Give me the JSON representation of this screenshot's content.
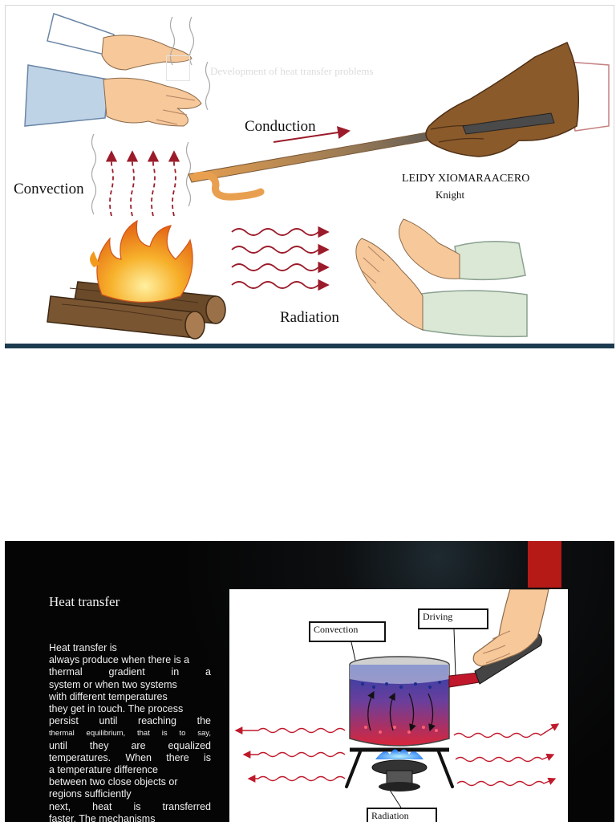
{
  "slide1": {
    "faint_title": "Development of heat transfer problems",
    "labels": {
      "conduction": "Conduction",
      "convection": "Convection",
      "radiation": "Radiation"
    },
    "author": "LEIDY XIOMARAACERO",
    "role": "Knight",
    "colors": {
      "accent_bar": "#1d3b4f",
      "heat_arrow": "#9b1b2a",
      "flame": "#f39a1c",
      "glove": "#8a5a2b"
    }
  },
  "slide2": {
    "title": "Heat transfer",
    "body_lines": [
      {
        "text": "Heat  transfer  is",
        "style": "left"
      },
      {
        "text": "always produce when there is a",
        "style": "left"
      },
      {
        "text": "thermal    gradient    in    a",
        "style": "just"
      },
      {
        "text": "system or when two systems",
        "style": "left"
      },
      {
        "text": "with different temperatures",
        "style": "left"
      },
      {
        "text": "they get in touch. The process",
        "style": "left"
      },
      {
        "text": "persist   until   reaching   the",
        "style": "just"
      },
      {
        "text": "thermal  equilibrium,  that  is  to  say,",
        "style": "small"
      },
      {
        "text": "until   they   are   equalized",
        "style": "just"
      },
      {
        "text": "temperatures.  When  there  is",
        "style": "just"
      },
      {
        "text": "a temperature difference",
        "style": "left"
      },
      {
        "text": "between two close objects or",
        "style": "left"
      },
      {
        "text": "regions   sufficiently",
        "style": "left"
      },
      {
        "text": "next,  heat  is  transferred",
        "style": "just"
      },
      {
        "text": "faster.  The  mechanisms",
        "style": "left"
      }
    ],
    "callouts": {
      "convection": "Convection",
      "driving": "Driving",
      "radiation": "Radiation"
    },
    "colors": {
      "accent_red": "#b51a17",
      "water_hot": "#d9263a",
      "water_cold": "#2b3fa8",
      "flame_blue": "#2a7bf2"
    }
  }
}
